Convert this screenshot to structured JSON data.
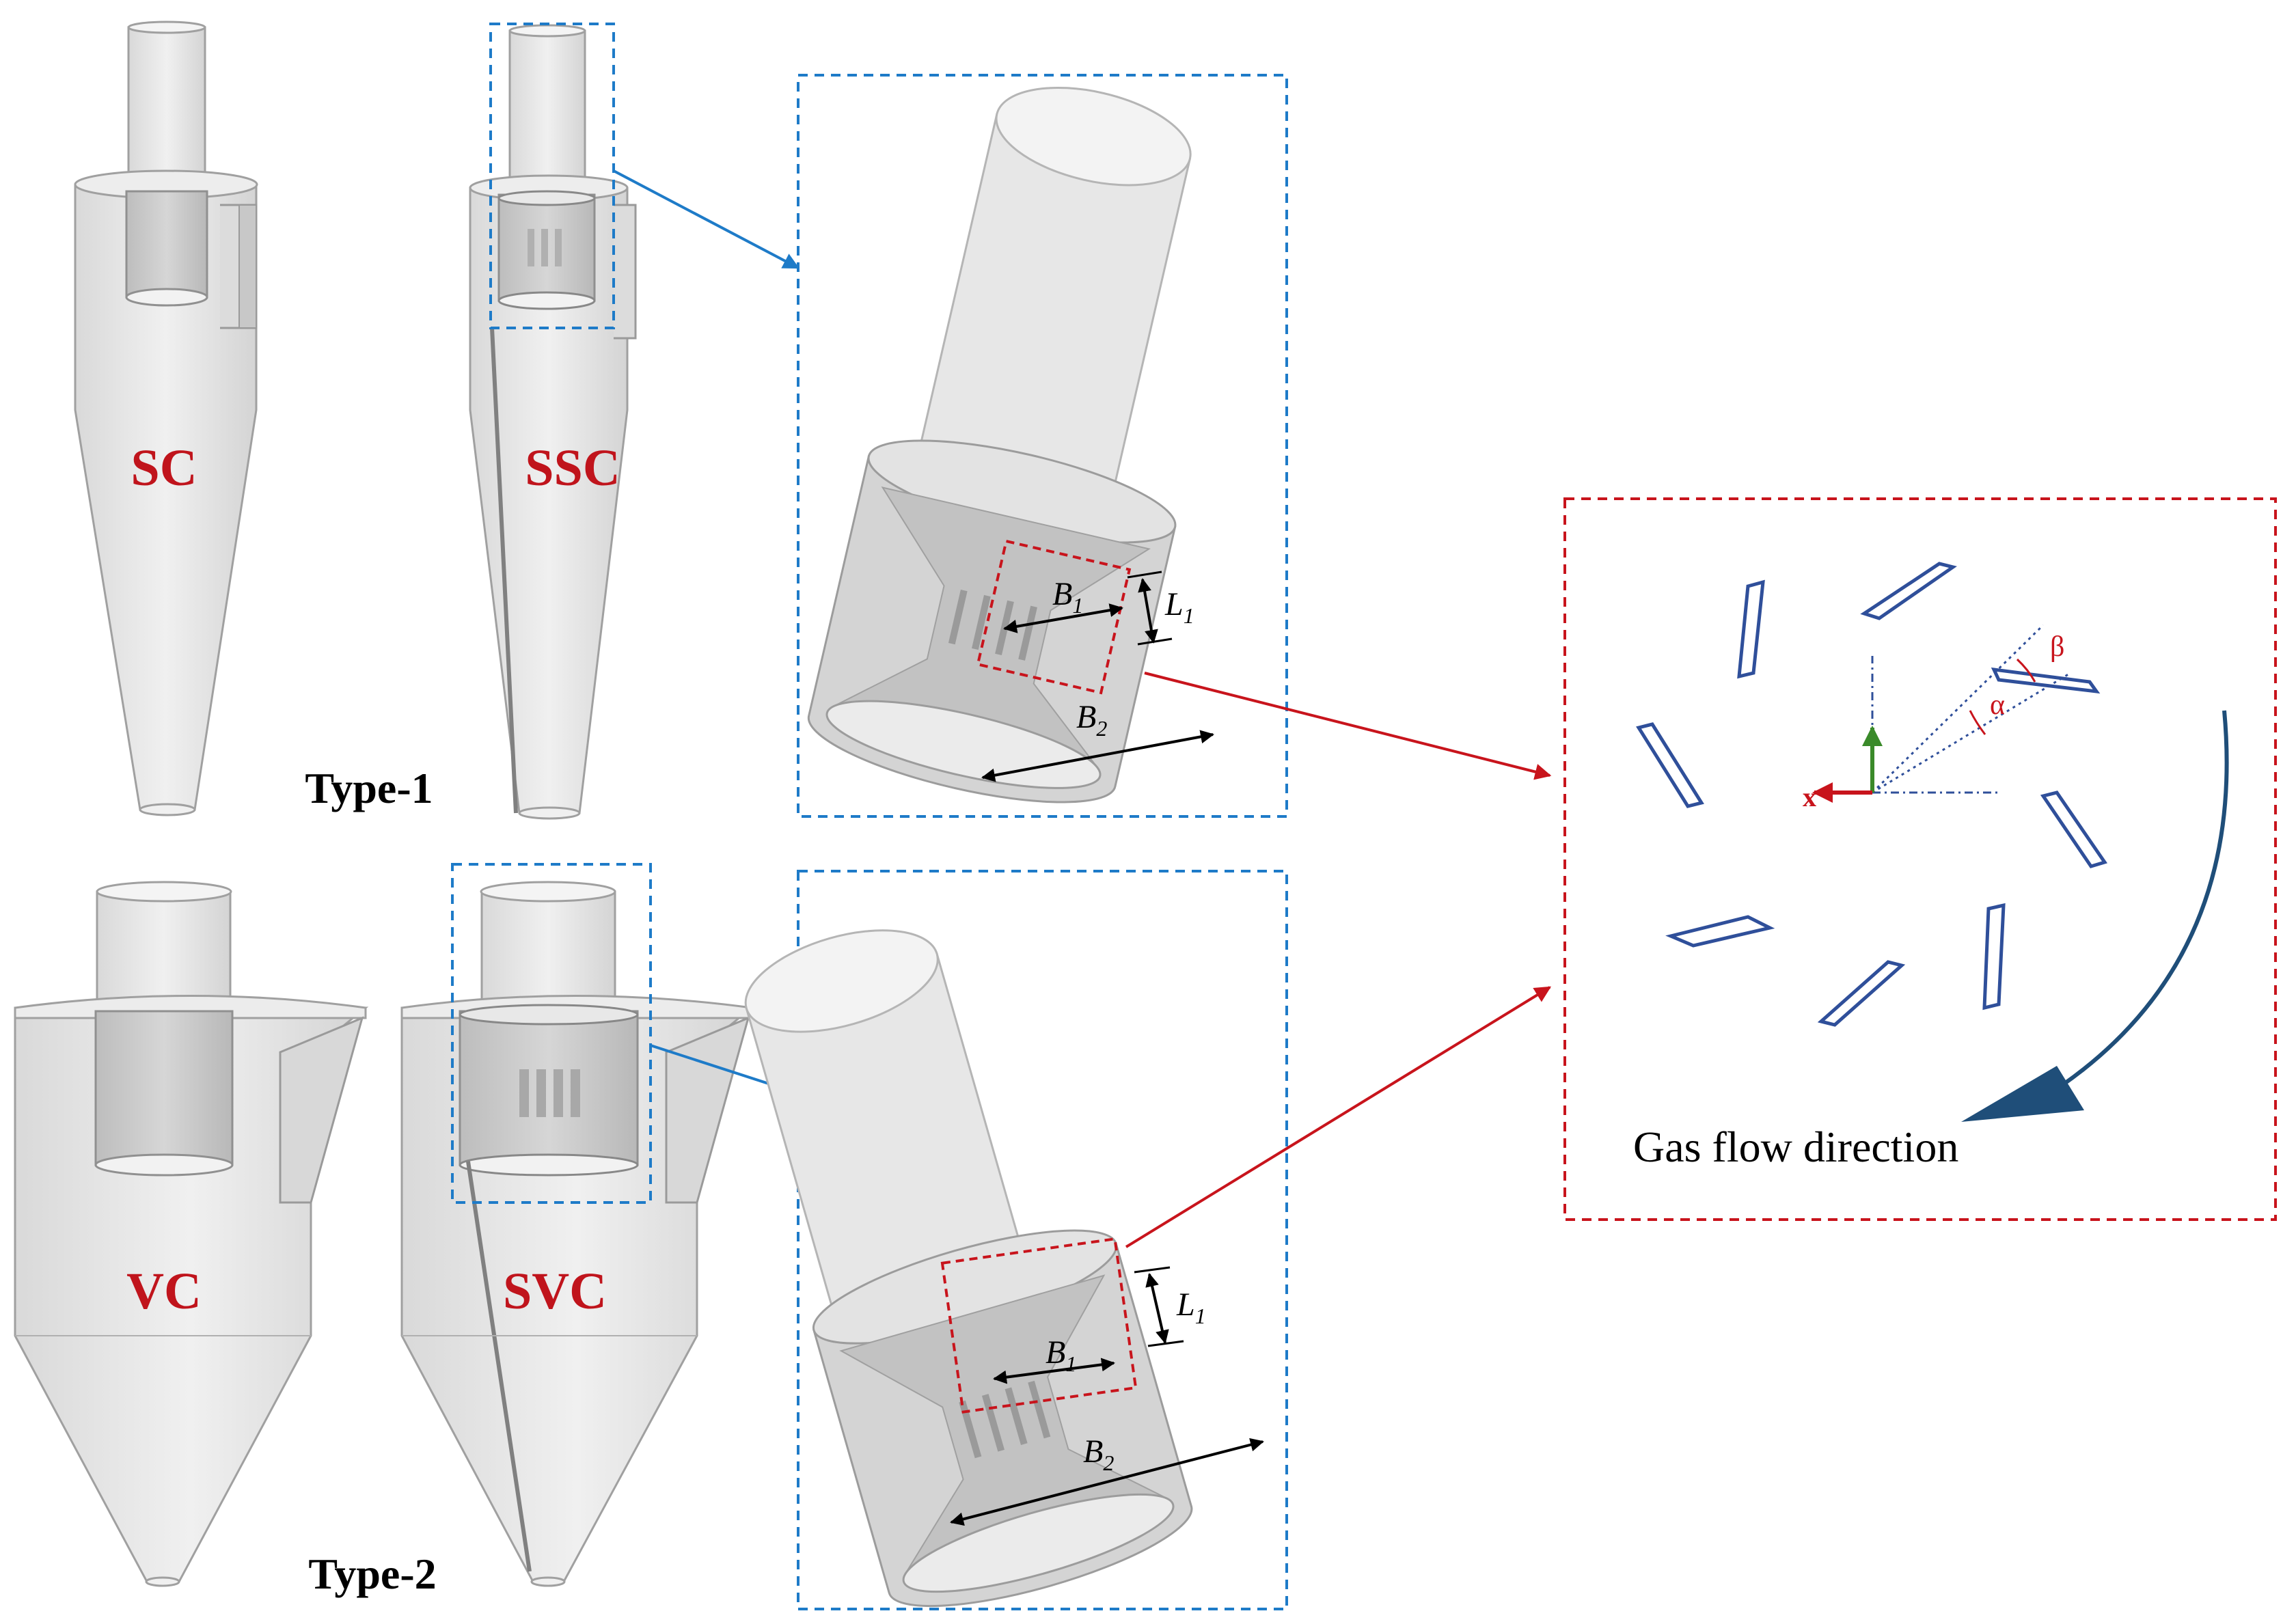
{
  "labels": {
    "sc": "SC",
    "ssc": "SSC",
    "vc": "VC",
    "svc": "SVC",
    "type1": "Type-1",
    "type2": "Type-2",
    "gas_flow": "Gas flow direction",
    "x_axis": "x",
    "alpha": "α",
    "beta": "β"
  },
  "dims": {
    "b1_top": {
      "base": "B",
      "sub": "1"
    },
    "l1_top": {
      "base": "L",
      "sub": "1"
    },
    "b2_top": {
      "base": "B",
      "sub": "2"
    },
    "b1_bottom": {
      "base": "B",
      "sub": "1"
    },
    "l1_bottom": {
      "base": "L",
      "sub": "1"
    },
    "b2_bottom": {
      "base": "B",
      "sub": "2"
    }
  },
  "colors": {
    "label_red": "#c0141c",
    "blue_dash": "#1e7bc8",
    "red_dash": "#c8141c",
    "vane_blue": "#2f4f9a",
    "flow_arrow": "#1f4e79",
    "axis_green": "#3a8a2a",
    "body_fill": "#e6e6e6",
    "body_stroke": "#9a9a9a"
  }
}
